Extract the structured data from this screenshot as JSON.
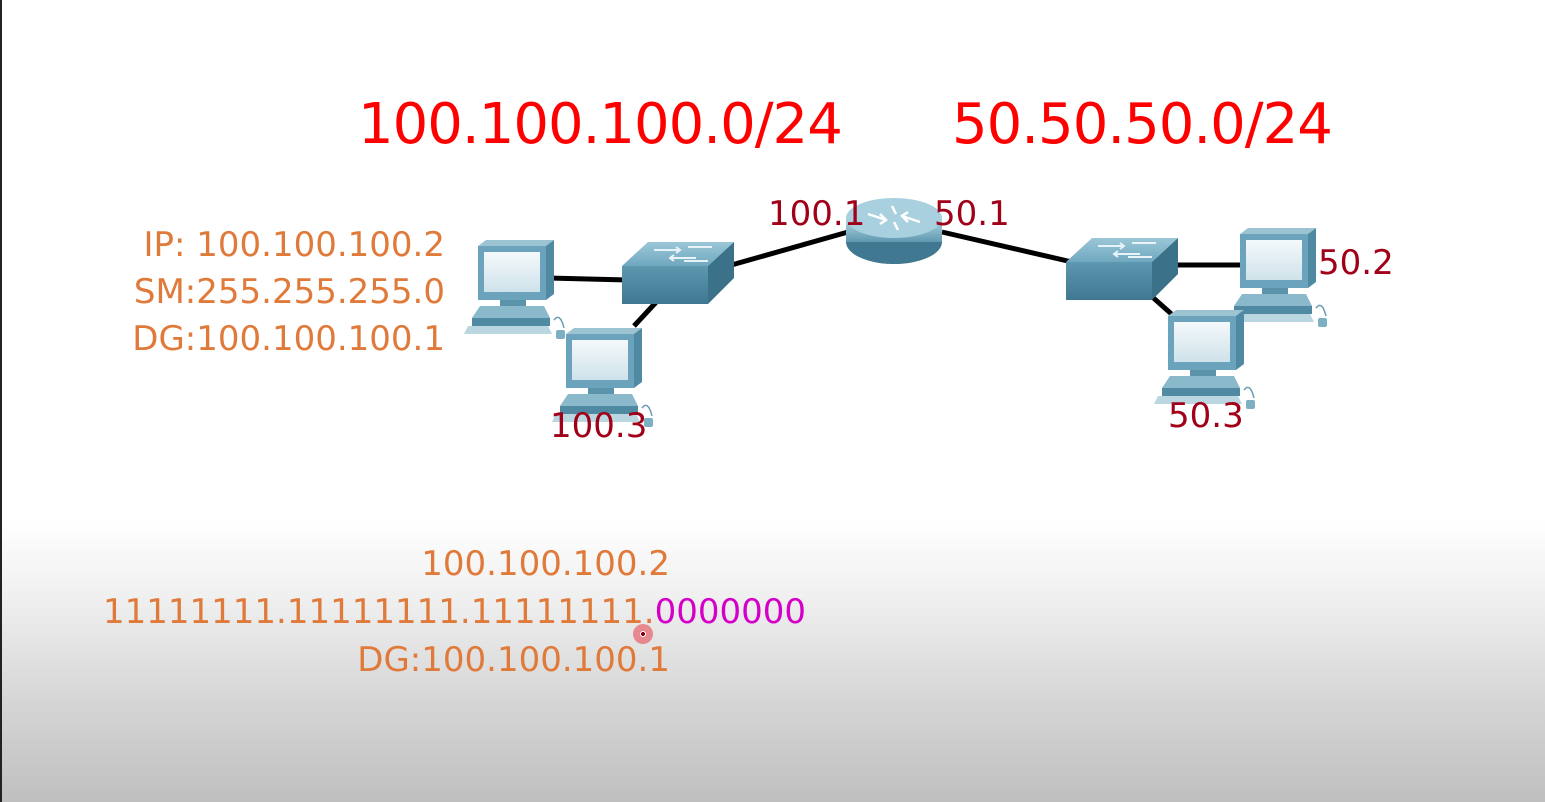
{
  "subnets": {
    "left": "100.100.100.0/24",
    "right": "50.50.50.0/24"
  },
  "labels": {
    "router_left": "100.1",
    "router_right": "50.1",
    "pc_left_bottom": "100.3",
    "pc_right_top": "50.2",
    "pc_right_bottom": "50.3"
  },
  "config": {
    "ip": "IP:  100.100.100.2",
    "sm": "SM:255.255.255.0",
    "dg": "DG:100.100.100.1"
  },
  "calc": {
    "ip": "100.100.100.2",
    "mask_ones": "11111111.11111111.11111111.",
    "mask_zeros": "0000000",
    "dg": "DG:100.100.100.1"
  },
  "colors": {
    "subnet": "#ff0000",
    "address": "#a00018",
    "config": "#e07a3a",
    "highlight": "#d400c8"
  },
  "icons": [
    "router-icon",
    "switch-icon",
    "pc-icon"
  ]
}
